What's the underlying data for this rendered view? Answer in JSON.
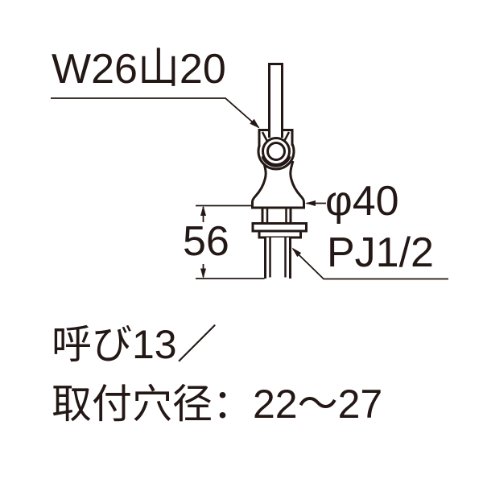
{
  "page": {
    "background": "#ffffff"
  },
  "drawing": {
    "stroke_color": "#231815",
    "labels": {
      "top_thread_spec": "W26山20",
      "flange_diameter": "φ40",
      "shank_length": "56",
      "pipe_thread": "PJ1/2"
    },
    "footnotes": {
      "nominal_size": "呼び13／",
      "mounting_hole_diameter": "取付穴径：22〜27"
    }
  }
}
